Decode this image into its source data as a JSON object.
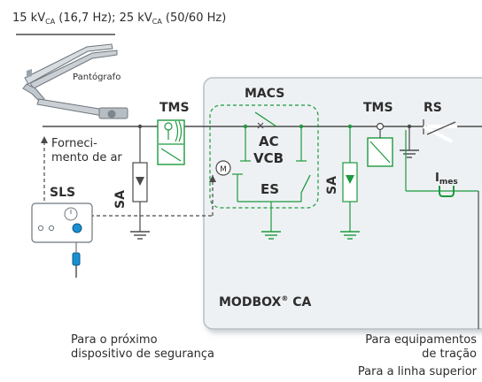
{
  "supply": {
    "prefix1": "15 kV",
    "sub1": "CA",
    "freq1": " (16,7 Hz); 25 kV",
    "sub2": "CA",
    "freq2": " (50/60 Hz)"
  },
  "labels": {
    "pantograph": "Pantógrafo",
    "air_supply_line1": "Forneci-",
    "air_supply_line2": "mento de ar",
    "tms_left": "TMS",
    "tms_right": "TMS",
    "macs": "MACS",
    "ac": "AC",
    "vcb": "VCB",
    "es": "ES",
    "rs": "RS",
    "sa_left": "SA",
    "sa_right": "SA",
    "sls": "SLS",
    "motor": "M",
    "imes_main": "I",
    "imes_sub": "mes",
    "modbox": "MODBOX",
    "modbox_reg": "®",
    "modbox_suffix": " CA",
    "next_device_line1": "Para o próximo",
    "next_device_line2": "dispositivo de segurança",
    "traction_line1": "Para equipamentos",
    "traction_line2": "de tração",
    "roof_line": "Para a linha superior"
  },
  "colors": {
    "line": "#4a4a4a",
    "green": "#1c9a3e",
    "box_fill": "#eef1f3",
    "box_stroke": "#b8c0c6",
    "knob": "#1a8fd0",
    "text": "#2d2d2d"
  }
}
